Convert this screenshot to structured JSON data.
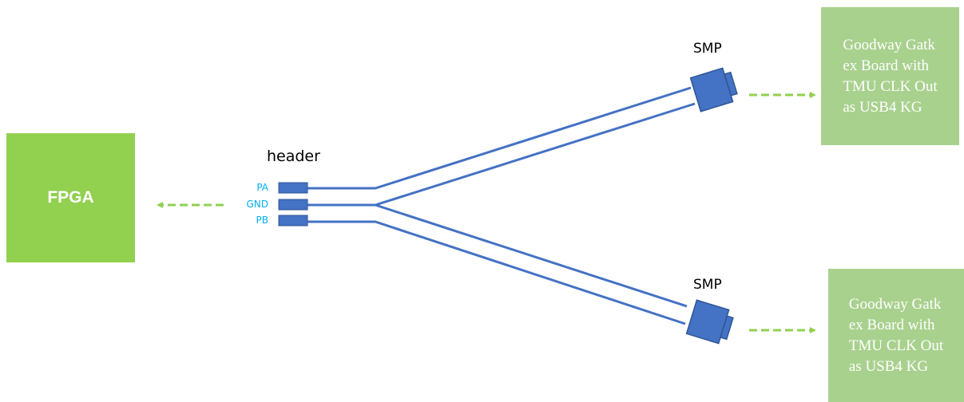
{
  "fpga": {
    "label": "FPGA"
  },
  "header": {
    "label": "header",
    "pins": [
      "PA",
      "GND",
      "PB"
    ]
  },
  "smp_top": {
    "label": "SMP"
  },
  "smp_bottom": {
    "label": "SMP"
  },
  "board_top": {
    "text": "Goodway Gatk\nex Board with\nTMU CLK Out\nas USB4 KG"
  },
  "board_bottom": {
    "text": "Goodway Gatk\nex Board with\nTMU CLK Out\nas USB4 KG"
  },
  "colors": {
    "fpga_fill": "#92d050",
    "board_fill": "#a9d18e",
    "cable": "#4472c4",
    "connector": "#2f5aa8",
    "arrow": "#92d050",
    "pin_label": "#00b0f0"
  }
}
